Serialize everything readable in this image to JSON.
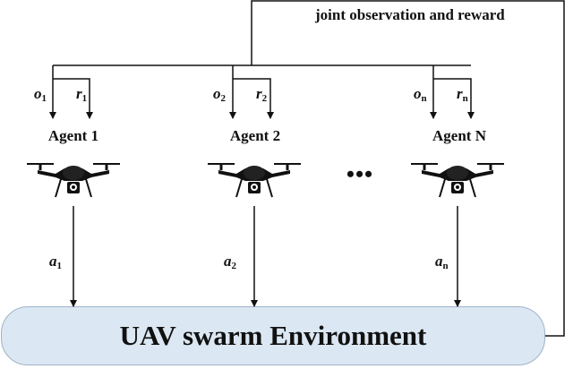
{
  "feedback_label": "joint observation and reward",
  "environment_label": "UAV swarm Environment",
  "ellipsis": "•••",
  "agents": [
    {
      "label": "Agent 1",
      "obs": "o",
      "obs_sub": "1",
      "rew": "r",
      "rew_sub": "1",
      "act": "a",
      "act_sub": "1",
      "icon": "drone-icon"
    },
    {
      "label": "Agent 2",
      "obs": "o",
      "obs_sub": "2",
      "rew": "r",
      "rew_sub": "2",
      "act": "a",
      "act_sub": "2",
      "icon": "drone-icon"
    },
    {
      "label": "Agent N",
      "obs": "o",
      "obs_sub": "n",
      "rew": "r",
      "rew_sub": "n",
      "act": "a",
      "act_sub": "n",
      "icon": "drone-icon"
    }
  ],
  "colors": {
    "environment_fill": "#dbe7f2",
    "environment_border": "#9fb4c9",
    "line": "#111111"
  }
}
